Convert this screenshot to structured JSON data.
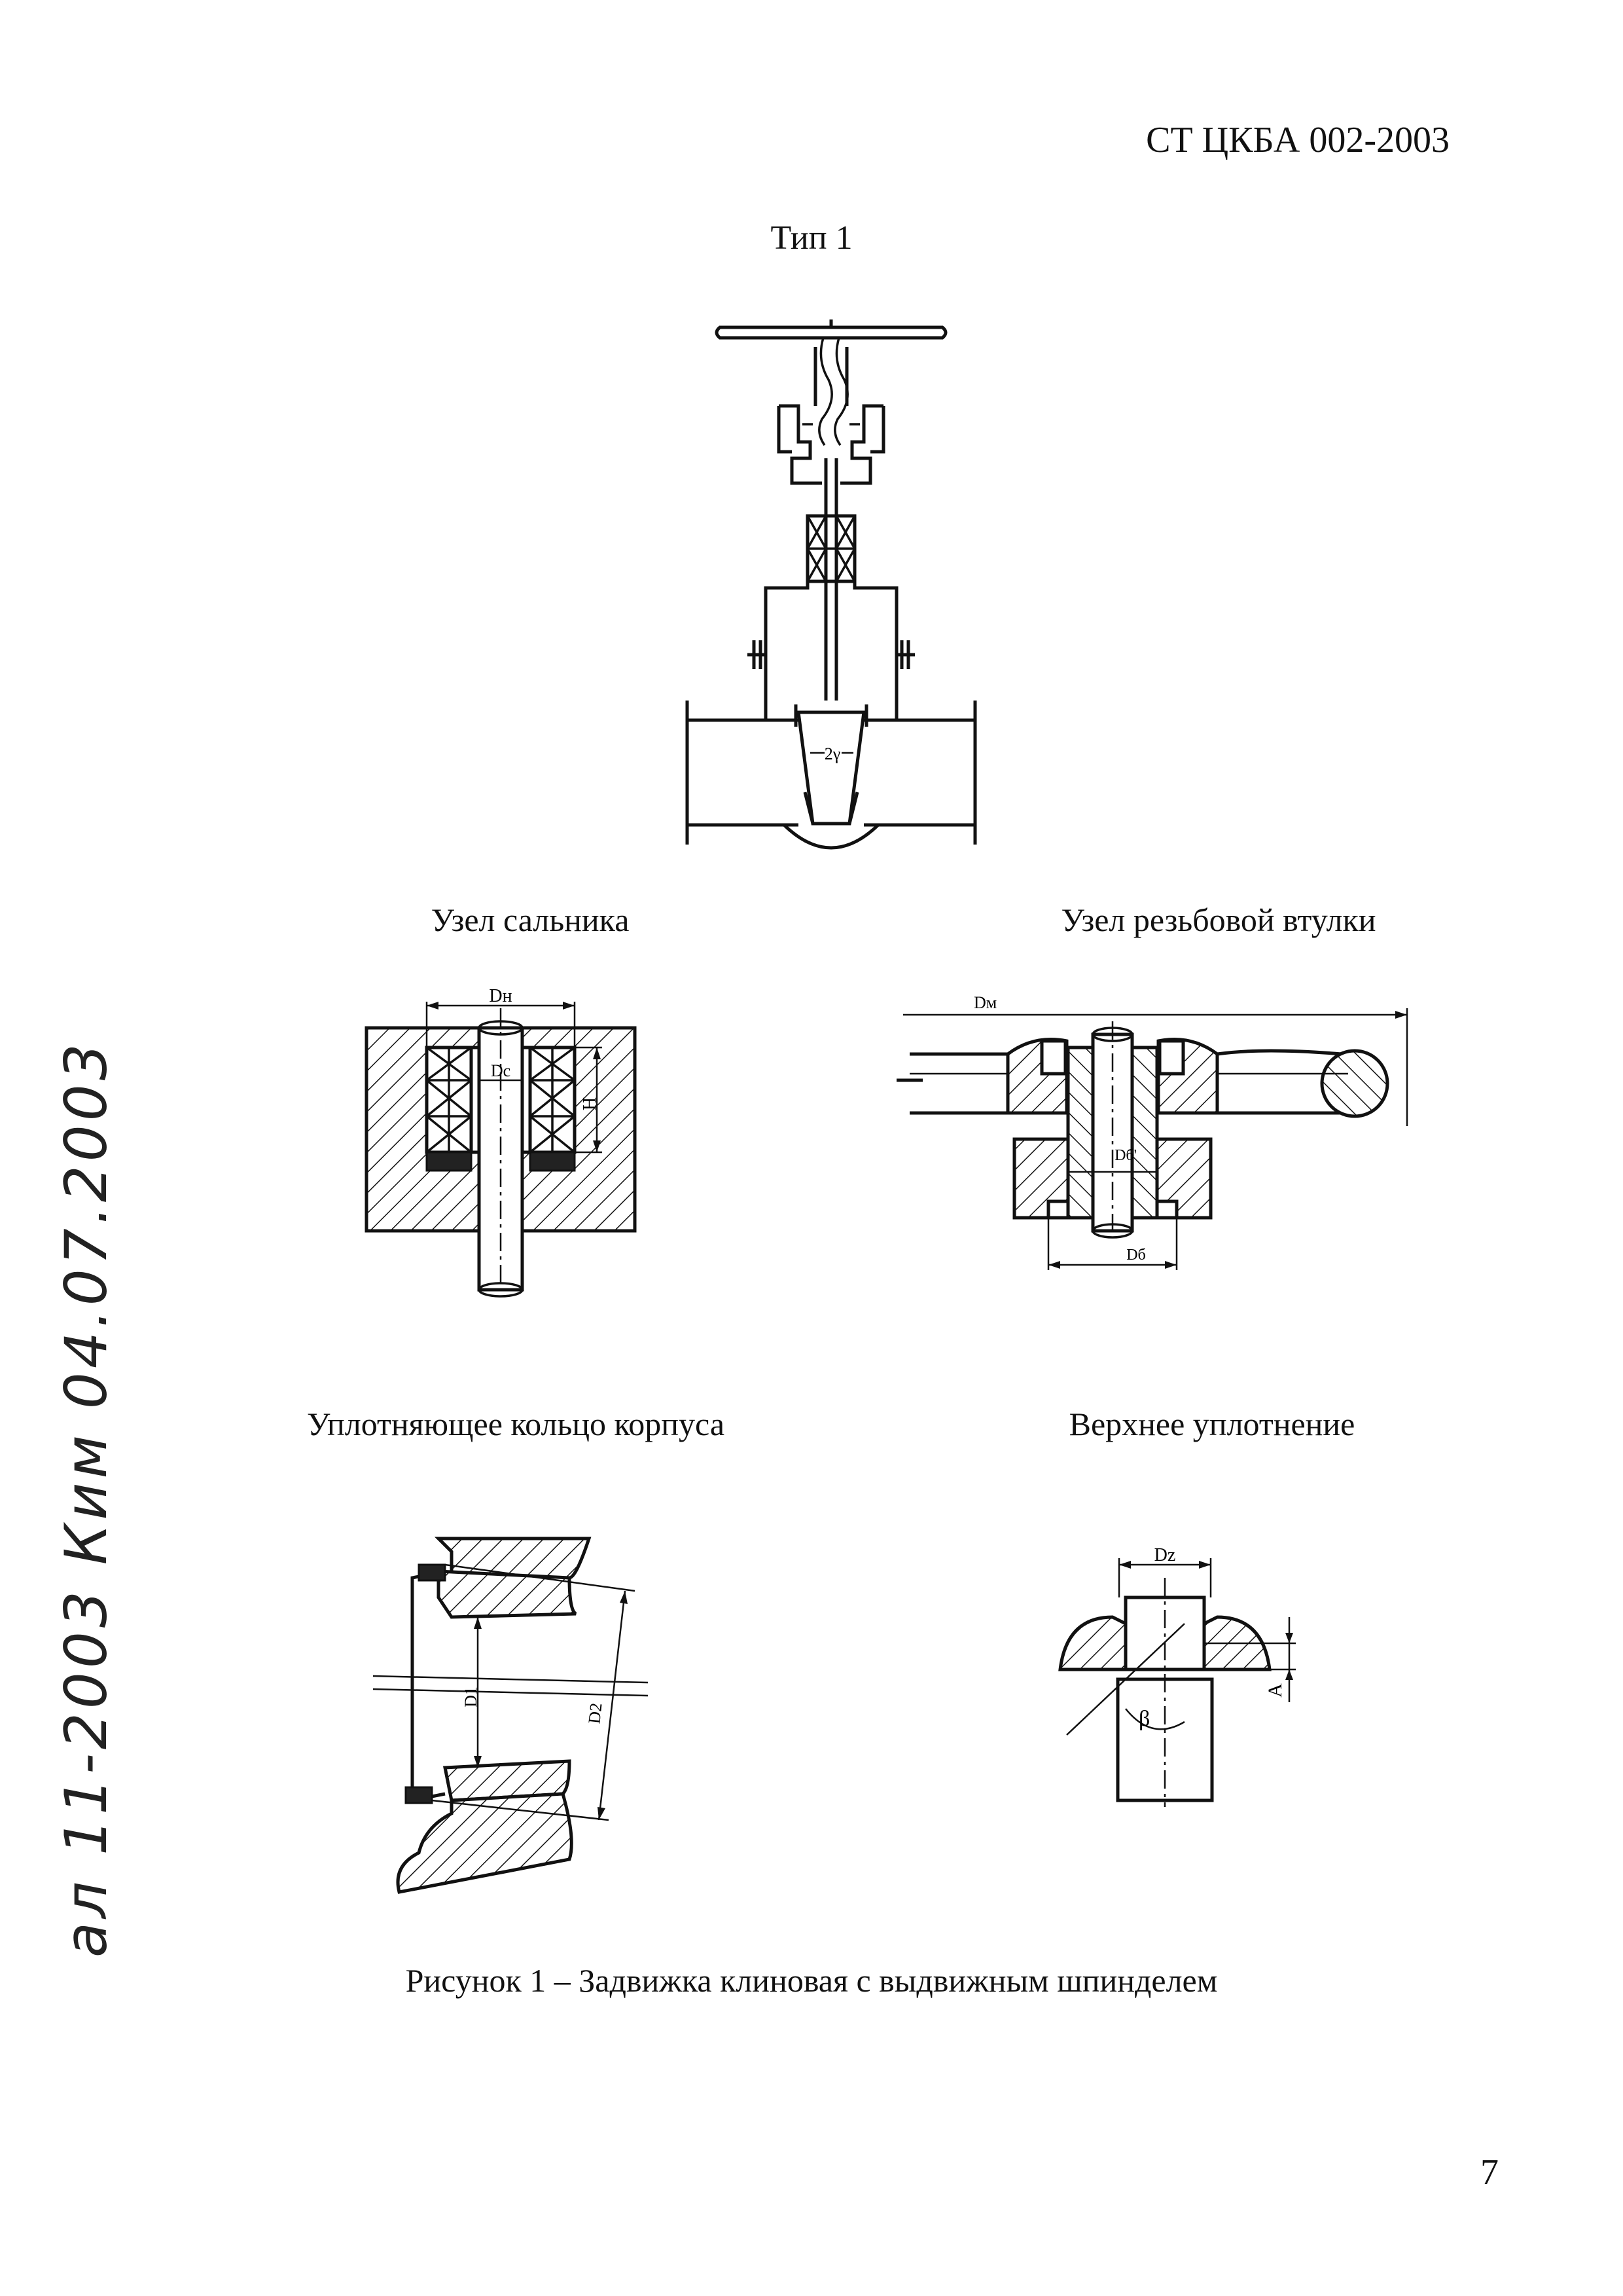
{
  "header": {
    "doc_code": "СТ ЦКБА 002-2003"
  },
  "type_title": "Тип 1",
  "main_drawing": {
    "dim_label": "2γ"
  },
  "details": {
    "gland": {
      "caption": "Узел сальника",
      "dim_outer": "Dн",
      "dim_stem": "Dс",
      "dim_height": "H"
    },
    "threaded_bushing": {
      "caption": "Узел резьбовой втулки",
      "dim_handwheel": "Dм",
      "dim_inner": "Dб'",
      "dim_outer": "Dб"
    },
    "body_ring": {
      "caption": "Уплотняющее кольцо корпуса",
      "dim_small": "D1",
      "dim_large": "D2"
    },
    "back_seal": {
      "caption": "Верхнее уплотнение",
      "dim_diameter": "Dz",
      "dim_angle": "β",
      "dim_offset": "A"
    }
  },
  "figure_caption": "Рисунок 1 – Задвижка клиновая с выдвижным шпинделем",
  "page_number": "7",
  "margin_note": "ал 11-2003 Ким 04.07.2003"
}
